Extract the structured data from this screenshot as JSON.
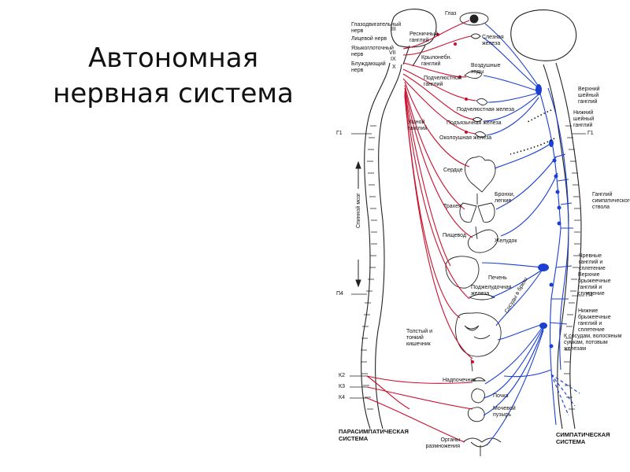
{
  "slide": {
    "title_line1": "Автономная",
    "title_line2": "нервная система"
  },
  "diagram": {
    "colors": {
      "parasympathetic": "#c8102e",
      "sympathetic": "#1a3fd1",
      "outline": "#222222"
    },
    "labels": {
      "glaz": "Глаз",
      "glazodvig": "Глазодвигательный нерв",
      "resnich": "Ресничный ганглий",
      "sleznaya": "Слезная железа",
      "licevoy": "Лицевой нерв",
      "yazykoglot": "Языкоглоточный нерв",
      "bluzhd": "Блуждающий нерв",
      "krylonebn": "Крылонебн. ганглий",
      "vozdush": "Воздушные ходы",
      "podchel_gangl": "Подчелюстной ганглий",
      "podchel_zhel": "Подчелюстная железа",
      "podyaz": "Подъязычная железа",
      "ushnoy": "Ушной ганглий",
      "okoloush": "Околоушная железа",
      "serdce": "Сердце",
      "trahea": "Трахея",
      "bronhi": "Бронхи, легкие",
      "pishevod": "Пищевод",
      "zheludok": "Желудок",
      "pechen": "Печень",
      "podzhel": "Поджелудочная железа",
      "sosudy": "Сосуды в брюш",
      "tolstiy": "Толстый и тонкий кишечник",
      "nadpochech": "Надпочечник",
      "pochka": "Почка",
      "mochevoy": "Мочевой пузырь",
      "organy": "Органы размножения",
      "verhniy": "Верхний шейный ганглий",
      "nizhniy": "Нижний шейный ганглий",
      "g1_left": "Г1",
      "g1_right": "Г1",
      "gangliy_stvola": "Ганглий симпатического ствола",
      "chrevnye": "Чревные ганглий и сплетение",
      "verhnie_bryzh": "Верхние брыжеечные ганглий и сплетение",
      "p4_left": "П4",
      "p4_right": "П4",
      "nizhnie_bryzh": "Нижние брыжеечные ганглий и сплетение",
      "k_sosudam": "К сосудам, волосяным сумкам, потовым железам",
      "k2": "К2",
      "k3": "К3",
      "k4": "К4",
      "spinnoy": "Спинной мозг",
      "parasymp": "ПАРАСИМПАТИЧЕСКАЯ СИСТЕМА",
      "symp": "СИМПАТИЧЕСКАЯ СИСТЕМА",
      "roman_iii": "III",
      "roman_vii": "VII",
      "roman_ix": "IX",
      "roman_x": "X"
    }
  }
}
